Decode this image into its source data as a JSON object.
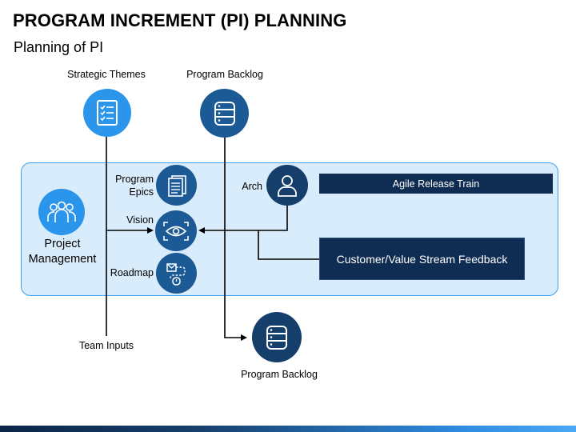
{
  "header": {
    "title": "PROGRAM INCREMENT (PI) PLANNING",
    "subtitle": "Planning of PI"
  },
  "nodes": {
    "strategic_themes": {
      "label": "Strategic Themes",
      "icon": "checklist-icon"
    },
    "program_backlog_top": {
      "label": "Program Backlog",
      "icon": "database-icon"
    },
    "project_management": {
      "label_line1": "Project",
      "label_line2": "Management",
      "icon": "team-icon"
    },
    "program_epics": {
      "label_line1": "Program",
      "label_line2": "Epics",
      "icon": "document-stack-icon"
    },
    "vision": {
      "label": "Vision",
      "icon": "eye-focus-icon"
    },
    "roadmap": {
      "label": "Roadmap",
      "icon": "roadmap-icon"
    },
    "arch": {
      "label": "Arch",
      "icon": "user-icon"
    },
    "team_inputs": {
      "label": "Team Inputs"
    },
    "program_backlog_bottom": {
      "label": "Program Backlog",
      "icon": "database-icon"
    }
  },
  "boxes": {
    "agile_release_train": "Agile Release Train",
    "customer_value_stream_feedback": "Customer/Value Stream Feedback"
  },
  "colors": {
    "light_blue": "#2b95ec",
    "medium_blue": "#1c5a96",
    "navy": "#153e6b",
    "box_navy": "#0f2d52",
    "panel_fill": "#d9ecfb",
    "panel_border": "#3aa0ef"
  }
}
